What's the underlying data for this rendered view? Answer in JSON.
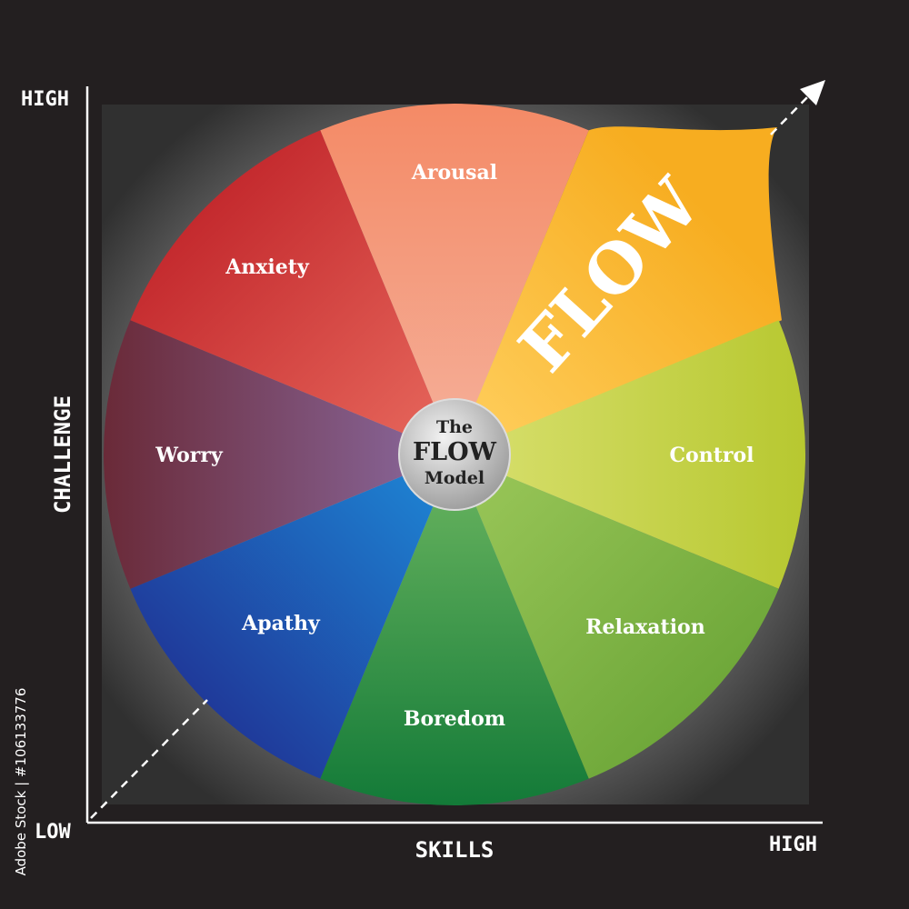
{
  "axes": {
    "y_high": "HIGH",
    "y_title": "CHALLENGE",
    "origin": "LOW",
    "x_title": "SKILLS",
    "x_high": "HIGH"
  },
  "side_code": "Adobe Stock | #106133776",
  "segments": [
    {
      "label": "Arousal",
      "color_a": "#f48a66",
      "color_b": "#f5b09a"
    },
    {
      "label": "FLOW",
      "color_a": "#f7ad20",
      "color_b": "#ffd060"
    },
    {
      "label": "Control",
      "color_a": "#b7c830",
      "color_b": "#d9e070"
    },
    {
      "label": "Relaxation",
      "color_a": "#6fa83a",
      "color_b": "#9cc85a"
    },
    {
      "label": "Boredom",
      "color_a": "#137a38",
      "color_b": "#6cb660"
    },
    {
      "label": "Apathy",
      "color_a": "#1f3a9a",
      "color_b": "#1e8ad8"
    },
    {
      "label": "Worry",
      "color_a": "#6a2a38",
      "color_b": "#8a6aa0"
    },
    {
      "label": "Anxiety",
      "color_a": "#c42a2e",
      "color_b": "#e86a5e"
    }
  ],
  "center": {
    "line1": "The",
    "line2": "FLOW",
    "line3": "Model"
  }
}
